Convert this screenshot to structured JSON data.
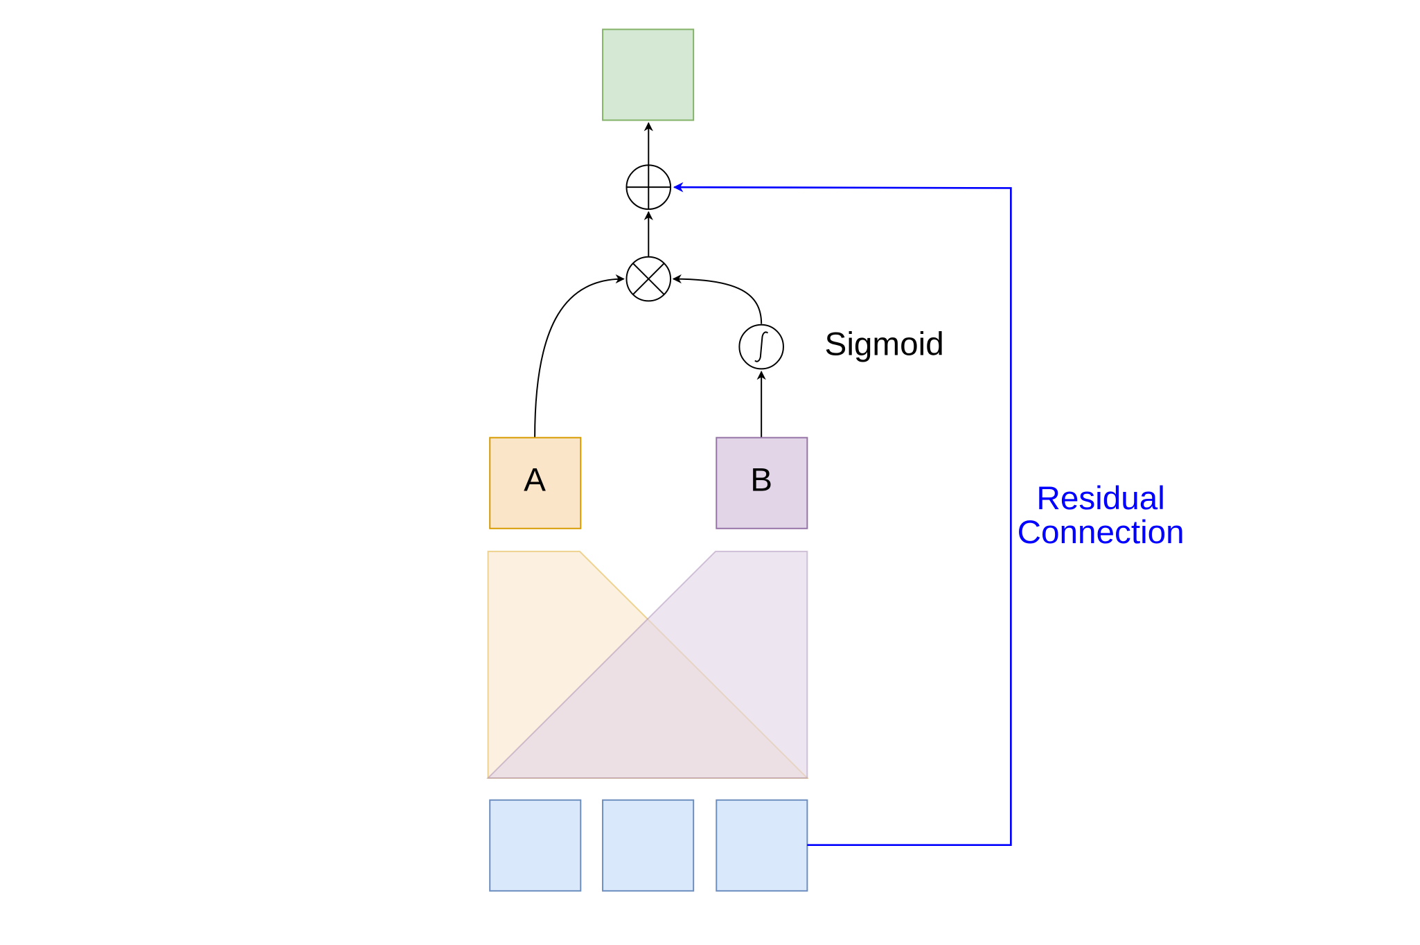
{
  "nodes": {
    "box_a": {
      "label": "A"
    },
    "box_b": {
      "label": "B"
    }
  },
  "labels": {
    "sigmoid": "Sigmoid",
    "residual_line1": "Residual",
    "residual_line2": "Connection"
  },
  "colors": {
    "output_fill": "#d5e8d4",
    "output_stroke": "#82b366",
    "a_fill": "#fae5c8",
    "a_stroke": "#d79b00",
    "b_fill": "#e1d5e7",
    "b_stroke": "#9673a6",
    "input_fill": "#dae8fc",
    "input_stroke": "#6c8ebf",
    "residual": "#0000ff",
    "line": "#000000"
  }
}
